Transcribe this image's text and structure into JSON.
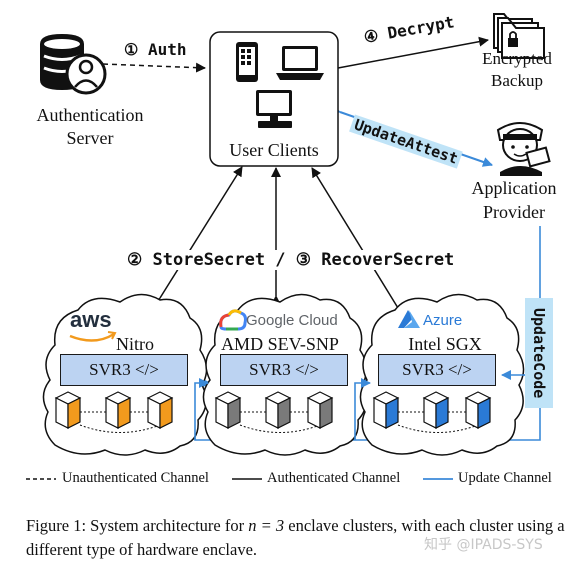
{
  "nodes": {
    "auth_server": "Authentication\nServer",
    "user_clients": "User Clients",
    "encrypted_backup": "Encrypted\nBackup",
    "app_provider": "Application\nProvider"
  },
  "edges": {
    "auth": "① Auth",
    "decrypt": "④ Decrypt",
    "update_attest": "UpdateAttest",
    "store_recover": "② StoreSecret / ③ RecoverSecret",
    "update_code": "UpdateCode"
  },
  "clusters": [
    {
      "provider": "aws",
      "enclave": "Nitro",
      "svr": "SVR3 </>"
    },
    {
      "provider": "Google Cloud",
      "enclave": "AMD SEV-SNP",
      "svr": "SVR3 </>"
    },
    {
      "provider": "Azure",
      "enclave": "Intel SGX",
      "svr": "SVR3 </>"
    }
  ],
  "legend": {
    "unauth": "Unauthenticated Channel",
    "auth": "Authenticated Channel",
    "update": "Update Channel"
  },
  "caption": {
    "prefix": "Figure 1: System architecture for ",
    "math": "n = 3",
    "suffix": " enclave clusters, with each cluster using a different type of hardware enclave."
  },
  "watermark": "知乎 @IPADS-SYS",
  "colors": {
    "svr_fill": "#bcd3f2",
    "update_line": "#3b8ad9",
    "update_attest_bg": "#bfe3f7",
    "aws_orange": "#f29a1d",
    "azure_blue": "#2a7ad6"
  }
}
